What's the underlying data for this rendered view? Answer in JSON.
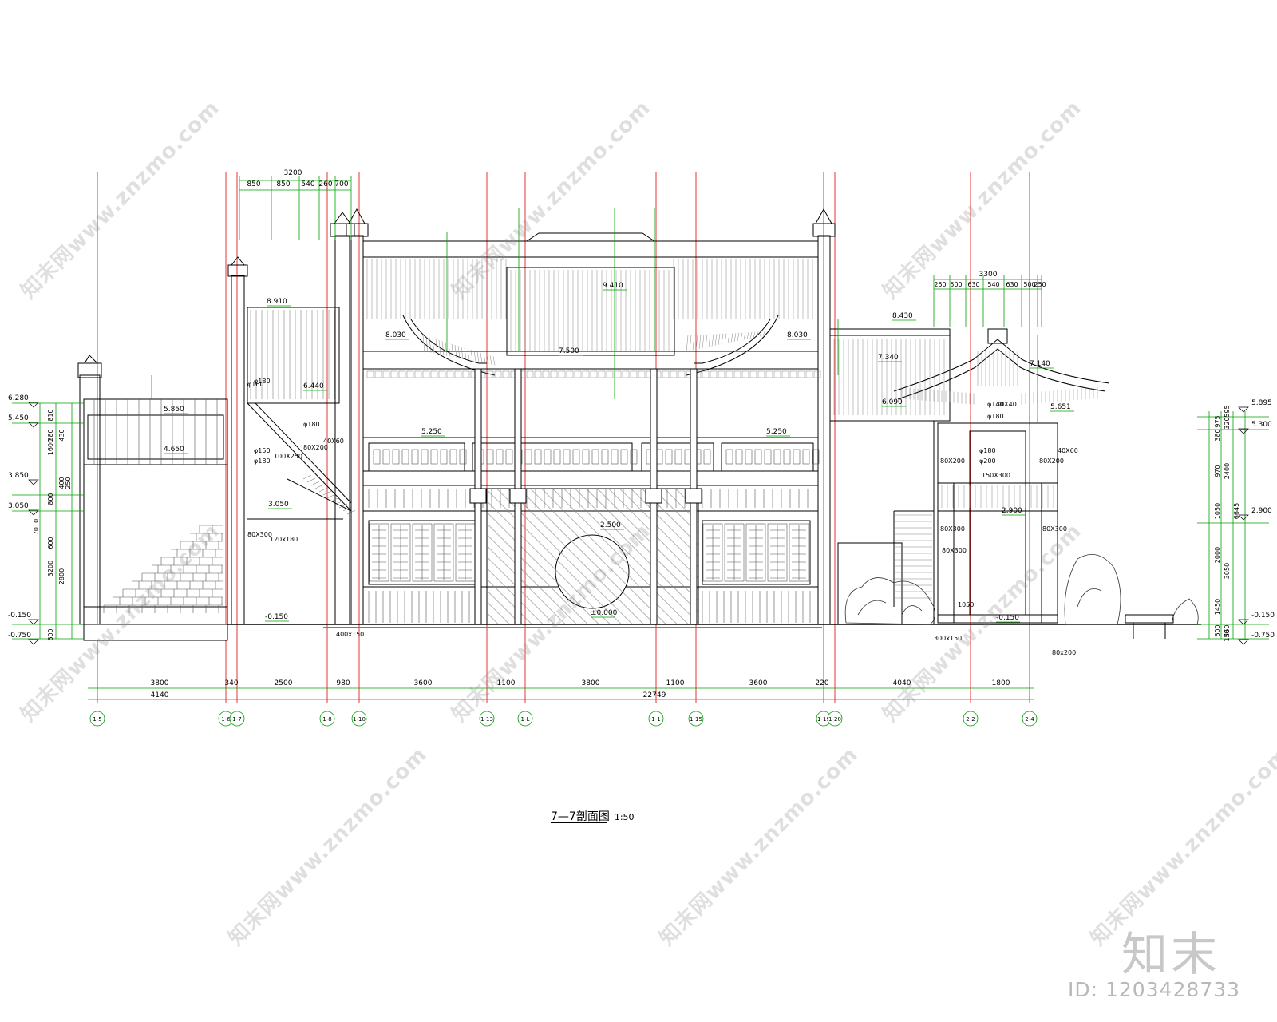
{
  "drawing": {
    "title": "7—7剖面图",
    "scale": "1:50",
    "watermark_text": "知末网www.znzmo.com",
    "brand": "知末",
    "image_id": "ID: 1203428733"
  },
  "dimensions_top": {
    "left_total": "3200",
    "left_parts": [
      "850",
      "850",
      "540",
      "260",
      "700"
    ],
    "right_total": "3300",
    "right_parts": [
      "250",
      "500",
      "630",
      "540",
      "630",
      "500",
      "250"
    ]
  },
  "dimensions_bottom": {
    "row1": [
      "3800",
      "340",
      "2500",
      "980",
      "3600",
      "1100",
      "3800",
      "1100",
      "3600",
      "220",
      "4040",
      "1800"
    ],
    "row2": [
      "4140",
      "22749"
    ]
  },
  "axes": [
    "1-5",
    "1-6",
    "1-7",
    "1-8",
    "1-10",
    "1-13",
    "1-L",
    "1-1",
    "1-15",
    "1-19",
    "1-20",
    "2-2",
    "2-4"
  ],
  "elevations": {
    "left_axis": [
      "6.280",
      "5.450",
      "3.850",
      "3.050",
      "-0.150",
      "-0.750"
    ],
    "left_dims": [
      "810",
      "380",
      "430",
      "1600",
      "400",
      "250",
      "800",
      "600",
      "7010",
      "3200",
      "2800",
      "600"
    ],
    "right_axis": [
      "5.895",
      "5.300",
      "2.900",
      "-0.150",
      "-0.750"
    ],
    "right_dims": [
      "595",
      "380",
      "320",
      "975",
      "970",
      "2400",
      "1050",
      "6645",
      "2000",
      "3050",
      "1450",
      "600",
      "450",
      "150"
    ],
    "markers": [
      "8.910",
      "8.030",
      "8.030",
      "9.410",
      "7.500",
      "5.250",
      "5.250",
      "2.500",
      "±0.000",
      "6.440",
      "5.850",
      "4.650",
      "3.050",
      "-0.150",
      "8.430",
      "7.340",
      "7.140",
      "6.090",
      "5.651",
      "2.900",
      "-0.150"
    ]
  },
  "labels": [
    "φ180",
    "φ150",
    "φ180",
    "φ180",
    "80X200",
    "100X250",
    "40X60",
    "80X300",
    "φ160",
    "φ140",
    "φ180",
    "φ180",
    "φ200",
    "80X200",
    "80X200",
    "150X300",
    "40X60",
    "80X300",
    "80X300",
    "80X300",
    "30X40",
    "120x180",
    "300x150",
    "400x150",
    "80x200",
    "1050"
  ],
  "colors": {
    "line": "#000000",
    "dimension": "#00a000",
    "axis": "#e00000",
    "ground": "#00b0b0"
  }
}
